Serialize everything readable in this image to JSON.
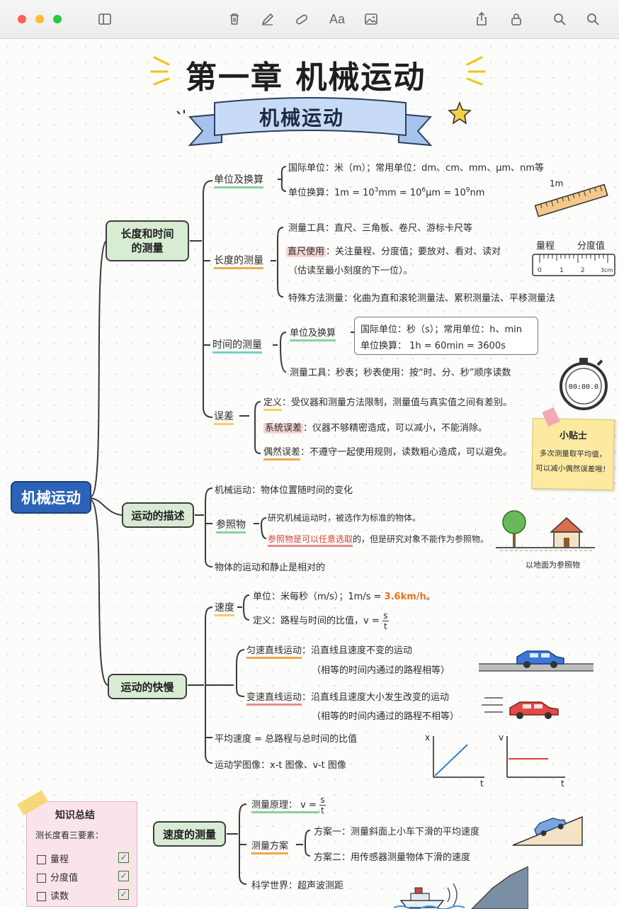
{
  "toolbar": {
    "traffic_colors": [
      "#fe5f57",
      "#febc2e",
      "#28c840"
    ],
    "icons": [
      "sidebar-icon",
      "trash-icon",
      "pen-icon",
      "eraser-icon",
      "format-icon",
      "image-icon",
      "share-icon",
      "lock-icon",
      "search-icon",
      "zoom-icon"
    ],
    "format_label": "Aa"
  },
  "title": "第一章  机械运动",
  "ribbon": "机械运动",
  "root": "机械运动",
  "branches": {
    "length_time": {
      "label_line1": "长度和时间",
      "label_line2": "的测量",
      "unit": {
        "label": "单位及换算",
        "line1": "国际单位：米（m）；常用单位：dm、cm、mm、μm、nm等",
        "line2_prefix": "单位换算：1m = 10",
        "line2_exp1": "3",
        "line2_mid1": "mm = 10",
        "line2_exp2": "6",
        "line2_mid2": "μm = 10",
        "line2_exp3": "9",
        "line2_suffix": "nm"
      },
      "length": {
        "label": "长度的测量",
        "tools": "测量工具：直尺、三角板、卷尺、游标卡尺等",
        "ruler_use_tag": "直尺使用",
        "ruler_use": "：关注量程、分度值；要放对、看对、读对",
        "ruler_use2": "（估读至最小刻度的下一位）。",
        "special": "特殊方法测量：化曲为直和滚轮测量法、累积测量法、平移测量法"
      },
      "time": {
        "label": "时间的测量",
        "unit_label": "单位及换算",
        "box_line1": "国际单位：秒（s）；常用单位：h、min",
        "box_line2": "单位换算：  1h = 60min = 3600s",
        "tools": "测量工具：秒表；秒表使用：按“时、分、秒”顺序读数"
      },
      "error": {
        "label": "误差",
        "def_tag": "定义",
        "def": "：受仪器和测量方法限制，测量值与真实值之间有差别。",
        "sys_tag": "系统误差",
        "sys": "：仪器不够精密造成，可以减小，不能消除。",
        "rand_tag": "偶然误差",
        "rand": "：不遵守一起使用规则，读数粗心造成，可以避免。"
      }
    },
    "description": {
      "label": "运动的描述",
      "motion": "机械运动：物体位置随时间的变化",
      "ref_label": "参照物",
      "ref1": "研究机械运动时，被选作为标准的物体。",
      "ref2_red": "参照物是可以任意选取",
      "ref2_rest": "的，但是研究对象不能作为参照物。",
      "relative": "物体的运动和静止是相对的",
      "ground_caption": "以地面为参照物"
    },
    "speed": {
      "label": "运动的快慢",
      "speed_label": "速度",
      "unit_prefix": "单位：米每秒（m/s）；1m/s = ",
      "unit_value": "3.6km/h",
      "unit_end": "。",
      "def_prefix": "定义：路程与时间的比值，v = ",
      "uniform_tag": "匀速直线运动",
      "uniform": "：沿直线且速度不变的运动",
      "uniform2": "（相等的时间内通过的路程相等）",
      "variable_tag": "变速直线运动",
      "variable": "：沿直线且速度大小发生改变的运动",
      "variable2": "（相等的时间内通过的路程不相等）",
      "average": "平均速度 = 总路程与总时间的比值",
      "graphs": "运动学图像：x-t 图像、v-t 图像",
      "graph1_y": "x",
      "graph1_x": "t",
      "graph2_y": "v",
      "graph2_x": "t"
    },
    "measure_speed": {
      "label": "速度的测量",
      "principle_prefix": "测量原理：  v = ",
      "plan_label": "测量方案",
      "plan1": "方案一：测量斜面上小车下滑的平均速度",
      "plan2": "方案二：用传感器测量物体下滑的速度",
      "science": "科学世界：超声波测距"
    }
  },
  "fraction": {
    "num": "s",
    "den": "t"
  },
  "ruler1_label": "1m",
  "ruler2": {
    "range_label": "量程",
    "division_label": "分度值",
    "ticks": [
      "0",
      "1",
      "2",
      "3cm"
    ]
  },
  "stopwatch": "00:00.0",
  "sticky": {
    "title": "小贴士",
    "line1": "多次测量取平均值，",
    "line2": "可以减小偶然误差哦！"
  },
  "summary": {
    "title": "知识总结",
    "subtitle": "测长度看三要素：",
    "items": [
      "量程",
      "分度值",
      "读数"
    ]
  }
}
